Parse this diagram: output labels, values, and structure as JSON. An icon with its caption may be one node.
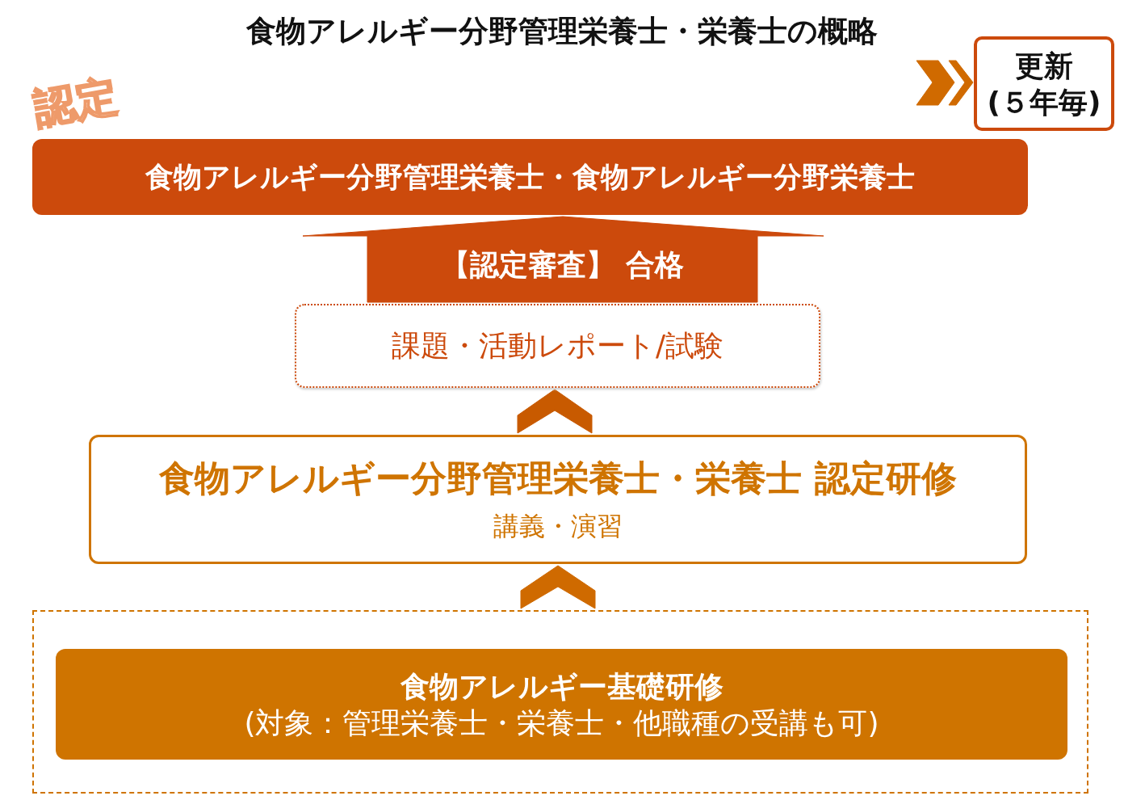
{
  "diagram": {
    "title": "食物アレルギー分野管理栄養士・栄養士の概略",
    "nodes": [
      {
        "text": [
          "食物アレルギー分野管理栄養士・食物アレルギー分野栄養士"
        ],
        "beside": [
          "認定"
        ]
      },
      {
        "text": [
          "更新(５年毎)"
        ]
      },
      {
        "text": [
          "課題・活動レポート/試験"
        ]
      },
      {
        "text": [
          "食物アレルギー分野管理栄養士・栄養士 認定研修",
          "講義・演習"
        ]
      },
      {
        "text": [],
        "shape": "box"
      },
      {
        "text": [
          "**食物アレルギー基礎研修**(対象：管理栄養士・栄養士・他職種の受講も可)"
        ],
        "in": 4
      }
    ],
    "edges": [
      {
        "from": null,
        "to": 1,
        "arrow": "to"
      },
      {
        "from": 2,
        "to": 0,
        "arrow": "to",
        "label": "【認定審査】 合格"
      },
      {
        "from": 3,
        "to": 2,
        "arrow": "to"
      },
      {
        "from": 4,
        "to": 3,
        "arrow": "to"
      }
    ]
  }
}
